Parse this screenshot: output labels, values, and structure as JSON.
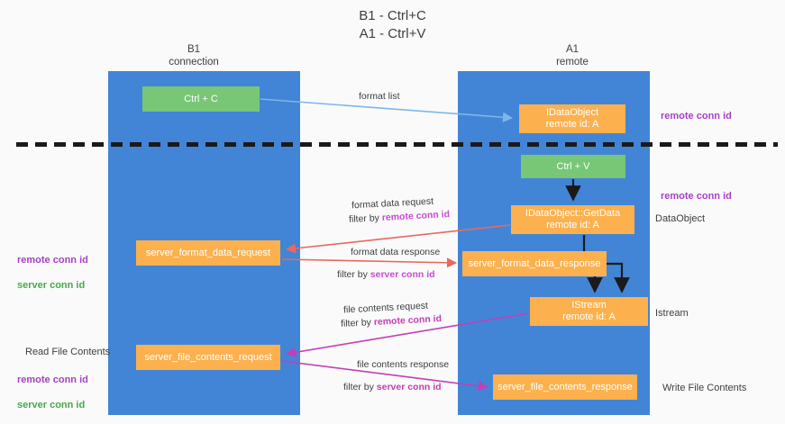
{
  "title": "B1 - Ctrl+C\nA1 - Ctrl+V",
  "lanes": {
    "left": {
      "header": "B1\nconnection"
    },
    "right": {
      "header": "A1\nremote"
    }
  },
  "colors": {
    "lane": "#4285d6",
    "green_node": "#77c776",
    "orange_node": "#fcb14e",
    "remote_conn_id": "#a642c4",
    "server_conn_id": "#4aa84a",
    "edge_blue": "#7fb6e8",
    "edge_red": "#e8685f",
    "edge_magenta": "#c23fb5",
    "edge_black": "#1a1a1a",
    "divider": "#1a1a1a"
  },
  "nodes": {
    "ctrl_c": "Ctrl + C",
    "idataobject": "IDataObject\nremote id: A",
    "ctrl_v": "Ctrl + V",
    "getdata": "IDataObject::GetData\nremote id: A",
    "server_format_data_request": "server_format_data_request",
    "server_format_data_response": "server_format_data_response",
    "istream": "IStream\nremote id: A",
    "server_file_contents_request": "server_file_contents_request",
    "server_file_contents_response": "server_file_contents_response"
  },
  "annotations": {
    "right_remote_conn_id_top": "remote conn id",
    "right_remote_conn_id_mid": "remote conn id",
    "right_dataobject": "DataObject",
    "right_istream": "Istream",
    "right_write_file_contents": "Write File Contents",
    "left_read_file_contents": "Read File Contents",
    "remote_conn_id": "remote conn id",
    "server_conn_id": "server conn id"
  },
  "edge_labels": {
    "format_list": "format list",
    "format_data_request": "format data request",
    "format_data_request_filter_prefix": "filter by ",
    "format_data_request_filter_value": "remote conn id",
    "format_data_response": "format data response",
    "format_data_response_filter_prefix": "filter by ",
    "format_data_response_filter_value": "server conn id",
    "file_contents_request": "file contents request",
    "file_contents_request_filter_prefix": "filter by ",
    "file_contents_request_filter_value": "remote conn id",
    "file_contents_response": "file contents response",
    "file_contents_response_filter_prefix": "filter by ",
    "file_contents_response_filter_value": "server conn id"
  }
}
